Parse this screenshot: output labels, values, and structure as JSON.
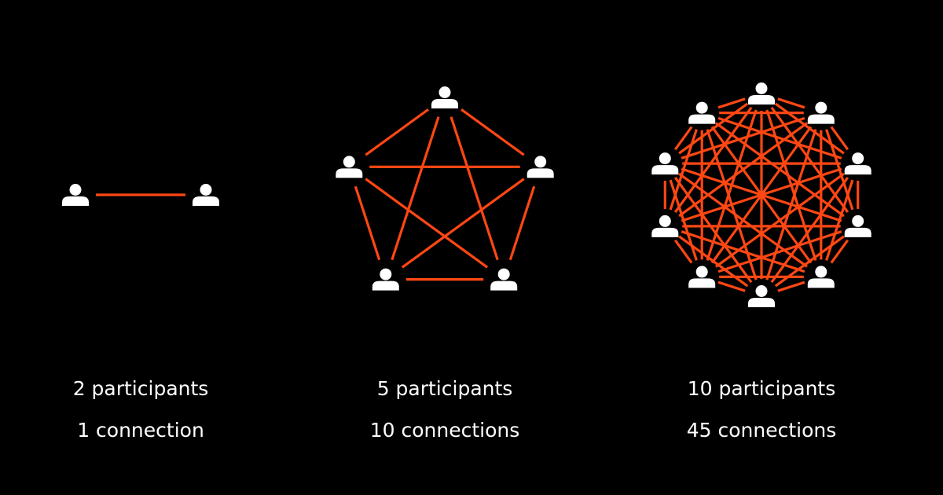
{
  "colors": {
    "background": "#000000",
    "connection_line": "#ff4713",
    "participant_icon": "#ffffff",
    "text": "#ffffff"
  },
  "icons": {
    "participant": "user-icon"
  },
  "networks": [
    {
      "participants_label": "2 participants",
      "connections_label": "1 connection",
      "participant_count": 2,
      "connection_count": 1
    },
    {
      "participants_label": "5 participants",
      "connections_label": "10 connections",
      "participant_count": 5,
      "connection_count": 10
    },
    {
      "participants_label": "10 participants",
      "connections_label": "45 connections",
      "participant_count": 10,
      "connection_count": 45
    }
  ]
}
